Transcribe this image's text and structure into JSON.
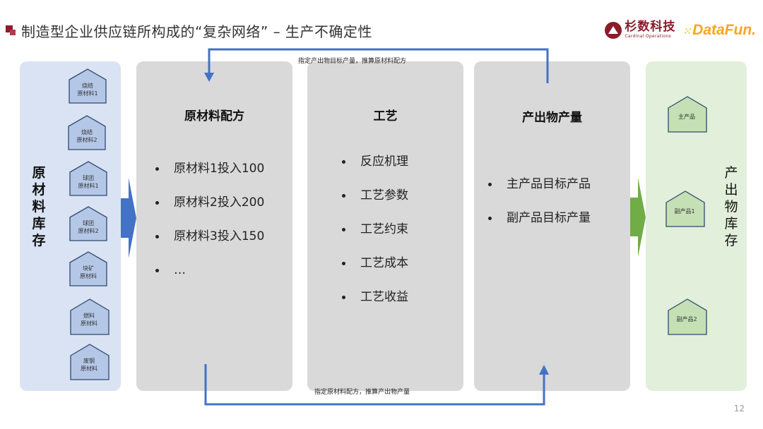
{
  "header": {
    "title": "制造型企业供应链所构成的“复杂网络” – 生产不确定性",
    "logo_cardinal_cn": "杉数科技",
    "logo_cardinal_en": "Cardinal Operations",
    "logo_datafun": "DataFun."
  },
  "raw_inventory": {
    "label": [
      "原",
      "材",
      "料",
      "库",
      "存"
    ],
    "items": [
      {
        "line1": "烧结",
        "line2": "原材料1"
      },
      {
        "line1": "烧结",
        "line2": "原材料2"
      },
      {
        "line1": "球团",
        "line2": "原材料1"
      },
      {
        "line1": "球团",
        "line2": "原材料2"
      },
      {
        "line1": "块矿",
        "line2": "原材料"
      },
      {
        "line1": "燃料",
        "line2": "原材料"
      },
      {
        "line1": "废钢",
        "line2": "原材料"
      }
    ]
  },
  "recipe": {
    "title": "原材料配方",
    "items": [
      "原材料1投入100",
      "原材料2投入200",
      "原材料3投入150",
      "…"
    ]
  },
  "process": {
    "title": "工艺",
    "items": [
      "反应机理",
      "工艺参数",
      "工艺约束",
      "工艺成本",
      "工艺收益"
    ]
  },
  "output": {
    "title": "产出物产量",
    "items": [
      "主产品目标产品",
      "副产品目标产量"
    ]
  },
  "output_inventory": {
    "label": [
      "产",
      "出",
      "物",
      "库",
      "存"
    ],
    "items": [
      {
        "line1": "主产品"
      },
      {
        "line1": "副产品1"
      },
      {
        "line1": "副产品2"
      }
    ]
  },
  "flows": {
    "top_note": "指定产出物目标产量，推算原材料配方",
    "bottom_note": "指定原材料配方，推算产出物产量"
  },
  "colors": {
    "accent_blue": "#4472c4",
    "accent_green": "#70ad47",
    "raw_panel": "#dae3f3",
    "out_panel": "#e2efda",
    "grey_panel": "#d9d9d9",
    "brand_red": "#8b1c2b"
  },
  "footer": {
    "page_number": "12"
  }
}
